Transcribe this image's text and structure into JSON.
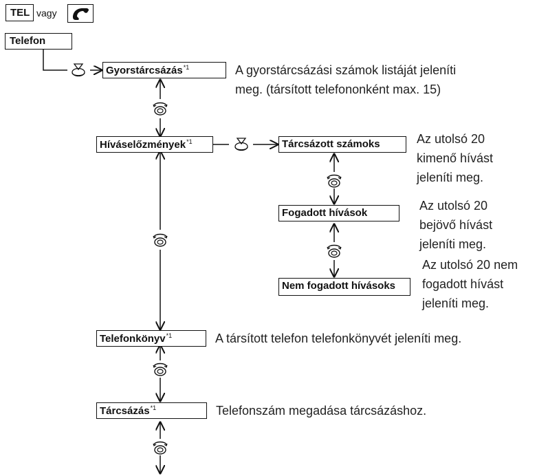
{
  "header": {
    "tel_label": "TEL",
    "or_text": "vagy",
    "phone_icon": "phone-handset-icon"
  },
  "menu": {
    "root": "Telefon",
    "footnote_marker": "*1",
    "speed_dial": {
      "label": "Gyorstárcsázás",
      "desc_line1": "A gyorstárcsázási számok listáját jeleníti",
      "desc_line2": "meg. (társított telefononként max. 15)"
    },
    "call_history": {
      "label": "Híváselőzmények",
      "dialed": {
        "label": "Tárcsázott számoks",
        "desc_line1": "Az utolsó 20",
        "desc_line2": "kimenő hívást",
        "desc_line3": "jeleníti meg."
      },
      "received": {
        "label": "Fogadott hívások",
        "desc_line1": "Az utolsó 20",
        "desc_line2": "bejövő hívást",
        "desc_line3": "jeleníti meg."
      },
      "missed": {
        "label": "Nem fogadott hívásoks",
        "desc_line1": "Az utolsó 20 nem",
        "desc_line2": "fogadott hívást",
        "desc_line3": "jeleníti meg."
      }
    },
    "phonebook": {
      "label": "Telefonkönyv",
      "desc": "A társított telefon telefonkönyvét jeleníti meg."
    },
    "dial": {
      "label": "Tárcsázás",
      "desc": "Telefonszám megadása tárcsázáshoz."
    }
  },
  "icons": {
    "press": "knob-press-icon",
    "rotate": "knob-rotate-icon"
  }
}
